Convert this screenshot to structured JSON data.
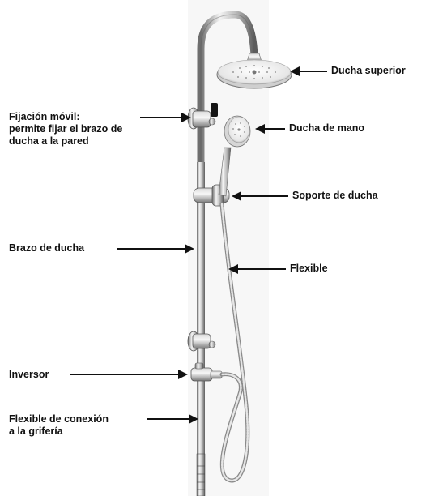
{
  "labels": {
    "ducha_superior": "Ducha superior",
    "fijacion_movil": [
      "Fijación móvil:",
      "permite fijar el brazo de",
      "ducha a la pared"
    ],
    "ducha_de_mano": "Ducha de mano",
    "soporte_de_ducha": "Soporte de ducha",
    "brazo_de_ducha": "Brazo de ducha",
    "flexible": "Flexible",
    "inversor": "Inversor",
    "flexible_conexion": [
      "Flexible de conexión",
      "a la grifería"
    ]
  },
  "colors": {
    "text": "#111111",
    "arrow": "#111111",
    "background": "#ffffff",
    "chrome_dark": "#6e6e6e",
    "chrome_light": "#f4f4f4"
  }
}
